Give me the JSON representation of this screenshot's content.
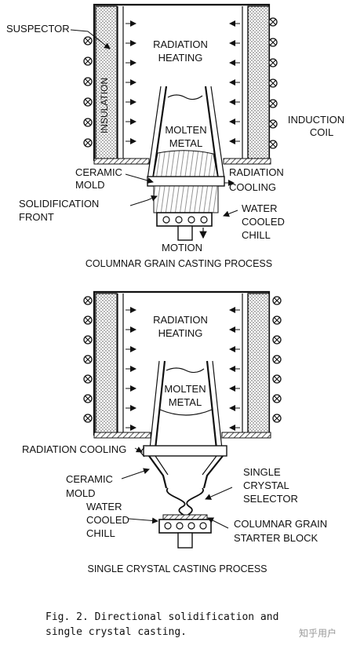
{
  "diagram1": {
    "suspector": "SUSPECTOR",
    "insulation": "INSULATION",
    "radiation_heating_1": "RADIATION",
    "radiation_heating_2": "HEATING",
    "induction_coil_1": "INDUCTION",
    "induction_coil_2": "COIL",
    "molten_1": "MOLTEN",
    "molten_2": "METAL",
    "ceramic_1": "CERAMIC",
    "ceramic_2": "MOLD",
    "radiation_cooling_1": "RADIATION",
    "radiation_cooling_2": "COOLING",
    "solidification_1": "SOLIDIFICATION",
    "solidification_2": "FRONT",
    "water_1": "WATER",
    "water_2": "COOLED",
    "water_3": "CHILL",
    "motion": "MOTION",
    "title": "COLUMNAR GRAIN CASTING PROCESS"
  },
  "diagram2": {
    "radiation_heating_1": "RADIATION",
    "radiation_heating_2": "HEATING",
    "molten_1": "MOLTEN",
    "molten_2": "METAL",
    "radiation_cooling": "RADIATION COOLING",
    "ceramic_1": "CERAMIC",
    "ceramic_2": "MOLD",
    "single_1": "SINGLE",
    "single_2": "CRYSTAL",
    "single_3": "SELECTOR",
    "water_1": "WATER",
    "water_2": "COOLED",
    "water_3": "CHILL",
    "starter_1": "COLUMNAR GRAIN",
    "starter_2": "STARTER BLOCK",
    "title": "SINGLE CRYSTAL CASTING PROCESS"
  },
  "caption": {
    "line1": "Fig. 2.  Directional solidification and",
    "line2": "single crystal casting."
  },
  "watermark": "知乎用户"
}
